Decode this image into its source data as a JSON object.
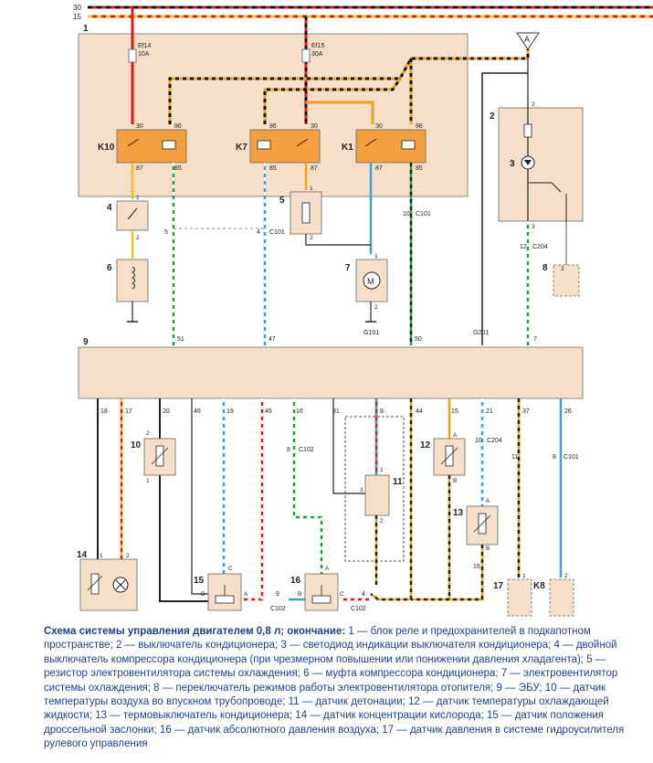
{
  "bus_labels": [
    "30",
    "15"
  ],
  "unit_numbers": {
    "u1": "1",
    "u2": "2",
    "u3": "3",
    "u4": "4",
    "u5": "5",
    "u6": "6",
    "u7": "7",
    "u8": "8",
    "u9": "9",
    "u10": "10",
    "u11": "11",
    "u12": "12",
    "u13": "13",
    "u14": "14",
    "u15": "15",
    "u16": "16",
    "u17": "17"
  },
  "antenna_label": "A",
  "fuses": [
    {
      "id": "Ef14",
      "rating": "10A"
    },
    {
      "id": "Ef15",
      "rating": "30A"
    }
  ],
  "relays": [
    {
      "name": "K10",
      "pins": [
        "30",
        "86",
        "87",
        "85"
      ]
    },
    {
      "name": "K7",
      "pins": [
        "86",
        "30",
        "85",
        "87"
      ]
    },
    {
      "name": "K1",
      "pins": [
        "30",
        "86",
        "87",
        "85"
      ]
    }
  ],
  "k8_label": "K8",
  "ecu_top_pins": [
    "51",
    "47",
    "50",
    "7"
  ],
  "ecu_bottom_pins": [
    "18",
    "17",
    "20",
    "46",
    "19",
    "45",
    "16",
    "31",
    "8",
    "44",
    "15",
    "21",
    "37",
    "26"
  ],
  "connectors": {
    "c101": "C101",
    "c102": "C102",
    "c204": "C204",
    "g101": "G101",
    "g201": "G201"
  },
  "wire_labels": [
    "5",
    "4",
    "10",
    "12",
    "8",
    "10",
    "11",
    "8",
    "9",
    "4",
    "16"
  ],
  "pin_marks": [
    "1",
    "2",
    "1",
    "2",
    "1",
    "2",
    "2",
    "3",
    "2",
    "1",
    "2",
    "1",
    "2",
    "3",
    "A",
    "B",
    "A",
    "B",
    "C",
    "B",
    "A",
    "C",
    "B",
    "A",
    "2",
    "1",
    "1",
    "2"
  ],
  "caption": {
    "title": "Схема системы управления двигателем 0,8 л; окончание:",
    "body": " 1 — блок реле и предохранителей в подкапотном пространстве; 2 — выключатель кондиционера; 3 — светодиод индикации выключателя кондиционера; 4 — двойной выключатель компрессора кондиционера (при чрезмерном повышении или понижении давления хладагента); 5 — резистор электровентилятора системы охлаждения; 6 — муфта компрессора кондиционера; 7 — электровентилятор системы охлаждения; 8 — переключатель режимов работы электровентилятора отопителя; 9 — ЭБУ; 10 — датчик температуры воздуха во впускном трубопроводе; 11 — датчик детонации; 12 — датчик температуры охлаждающей жидкости; 13 — термовыключатель кондиционера; 14 — датчик концентрации кислорода; 15 — датчик положения дроссельной заслонки; 16 — датчик абсолютного давления воздуха; 17 — датчик давления в системе гидроусилителя рулевого управления"
  }
}
